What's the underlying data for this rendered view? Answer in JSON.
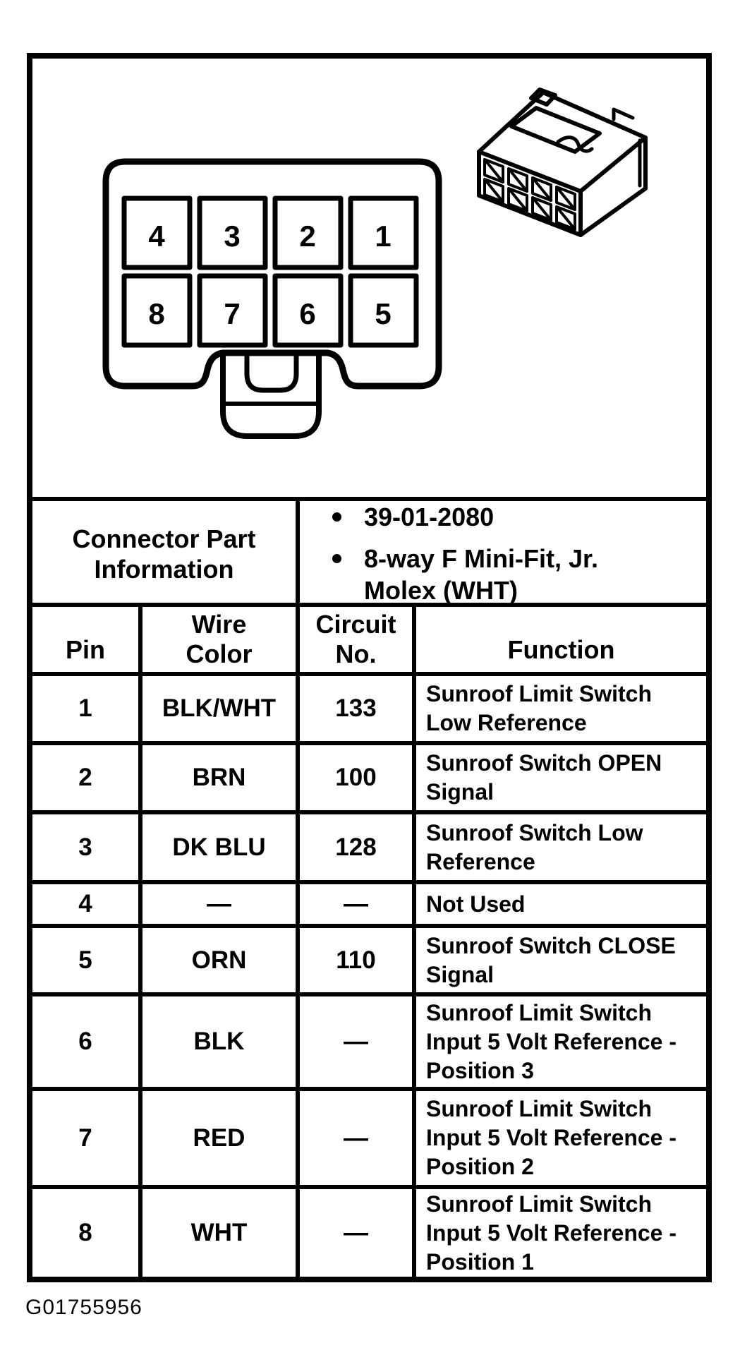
{
  "connector_face": {
    "top_row": [
      "4",
      "3",
      "2",
      "1"
    ],
    "bottom_row": [
      "8",
      "7",
      "6",
      "5"
    ]
  },
  "part_info": {
    "title": "Connector Part\nInformation",
    "bullets": [
      "39-01-2080",
      "8-way F Mini-Fit, Jr.\nMolex (WHT)"
    ]
  },
  "pin_table": {
    "headers": {
      "pin": "Pin",
      "wire_color": "Wire\nColor",
      "circuit_no": "Circuit\nNo.",
      "function": "Function"
    },
    "rows": [
      {
        "pin": "1",
        "wire_color": "BLK/WHT",
        "circuit_no": "133",
        "function": "Sunroof Limit Switch\nLow Reference"
      },
      {
        "pin": "2",
        "wire_color": "BRN",
        "circuit_no": "100",
        "function": "Sunroof Switch OPEN\nSignal"
      },
      {
        "pin": "3",
        "wire_color": "DK BLU",
        "circuit_no": "128",
        "function": "Sunroof Switch Low\nReference"
      },
      {
        "pin": "4",
        "wire_color": "—",
        "circuit_no": "—",
        "function": "Not Used"
      },
      {
        "pin": "5",
        "wire_color": "ORN",
        "circuit_no": "110",
        "function": "Sunroof Switch CLOSE\nSignal"
      },
      {
        "pin": "6",
        "wire_color": "BLK",
        "circuit_no": "—",
        "function": "Sunroof Limit Switch\nInput 5 Volt Reference -\nPosition 3"
      },
      {
        "pin": "7",
        "wire_color": "RED",
        "circuit_no": "—",
        "function": "Sunroof Limit Switch\nInput 5 Volt Reference -\nPosition 2"
      },
      {
        "pin": "8",
        "wire_color": "WHT",
        "circuit_no": "—",
        "function": "Sunroof Limit Switch\nInput 5 Volt Reference -\nPosition 1"
      }
    ]
  },
  "footer": {
    "figure_code": "G01755956"
  },
  "colors": {
    "ink": "#000000",
    "paper": "#ffffff"
  }
}
